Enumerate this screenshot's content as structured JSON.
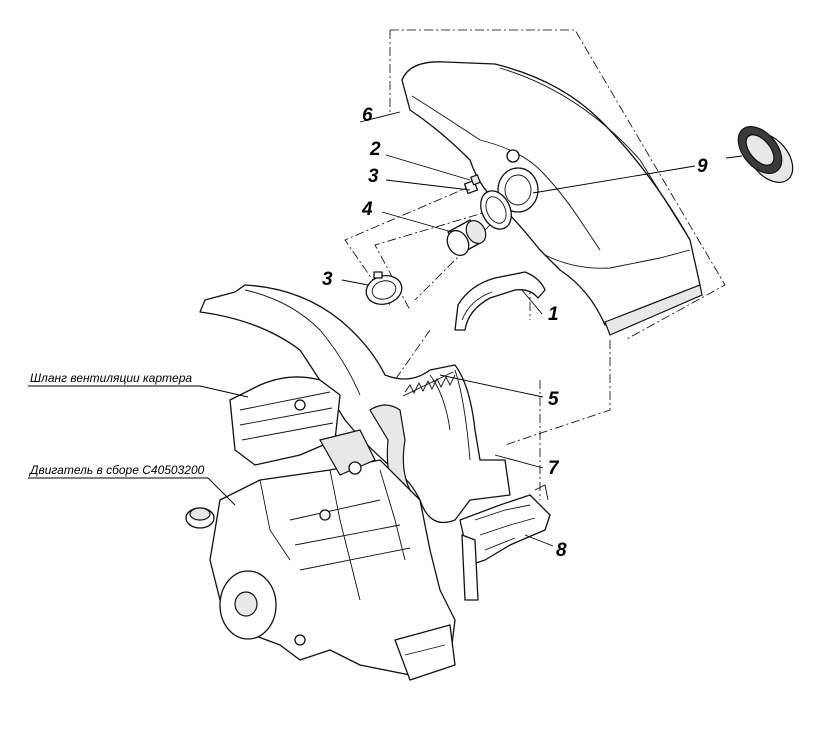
{
  "diagram": {
    "background": "#ffffff",
    "line_color": "#000000",
    "captions": {
      "hose": "Шланг вентиляции картера",
      "engine": "Двигатель в сборе С40503200"
    },
    "callouts": [
      {
        "id": "c6",
        "label": "6"
      },
      {
        "id": "c2",
        "label": "2"
      },
      {
        "id": "c3a",
        "label": "3"
      },
      {
        "id": "c4",
        "label": "4"
      },
      {
        "id": "c9",
        "label": "9"
      },
      {
        "id": "c3b",
        "label": "3"
      },
      {
        "id": "c1",
        "label": "1"
      },
      {
        "id": "c5",
        "label": "5"
      },
      {
        "id": "c7",
        "label": "7"
      },
      {
        "id": "c8",
        "label": "8"
      }
    ]
  }
}
